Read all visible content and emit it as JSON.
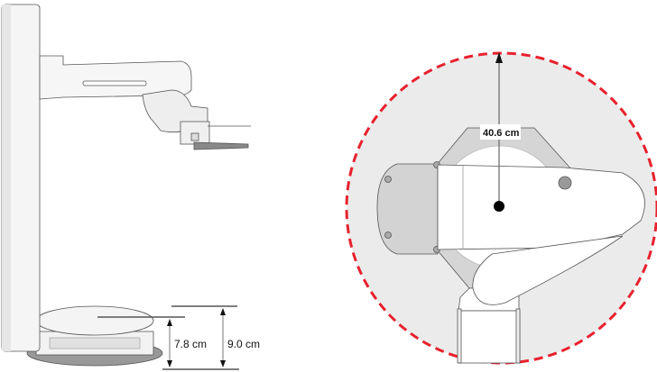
{
  "side_view": {
    "dimensions": [
      {
        "label": "7.8 cm"
      },
      {
        "label": "9.0 cm"
      }
    ]
  },
  "top_view": {
    "reach_label": "40.6 cm",
    "colors": {
      "reach_circle": "#e8212e",
      "reach_fill": "#ebebeb"
    }
  }
}
